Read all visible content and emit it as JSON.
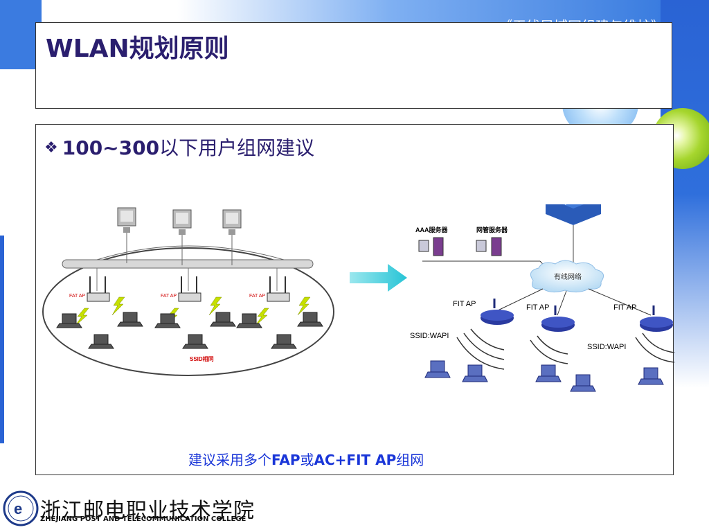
{
  "header": {
    "course_title": "《无线局域网组建与维护》"
  },
  "slide": {
    "title": "WLAN规划原则",
    "bullet_number": "100~300",
    "bullet_text": "以下用户组网建议",
    "caption_pre": "建议采用多个",
    "caption_fap": "FAP",
    "caption_mid": "或",
    "caption_acfit": "AC+FIT AP",
    "caption_post": "组网"
  },
  "left_diagram": {
    "ap_labels": [
      "FAT AP",
      "FAT AP",
      "FAT AP"
    ],
    "ssid_label": "SSID相同"
  },
  "right_diagram": {
    "aaa_label": "AAA服务器",
    "nms_label": "网管服务器",
    "cloud_label": "有线网络",
    "fit_ap_labels": [
      "FIT AP",
      "FIT AP",
      "FIT AP"
    ],
    "ssid_labels": [
      "SSID:WAPI",
      "SSID:WAPI"
    ]
  },
  "footer": {
    "college_cn": "浙江邮电职业技术学院",
    "college_en": "ZHEJIANG POST AND TELECOMMUNICATION COLLEGE"
  },
  "colors": {
    "title": "#2a1e6e",
    "caption": "#1a36d8",
    "accent_blue": "#2a63d4",
    "accent_green": "#8cc421"
  }
}
